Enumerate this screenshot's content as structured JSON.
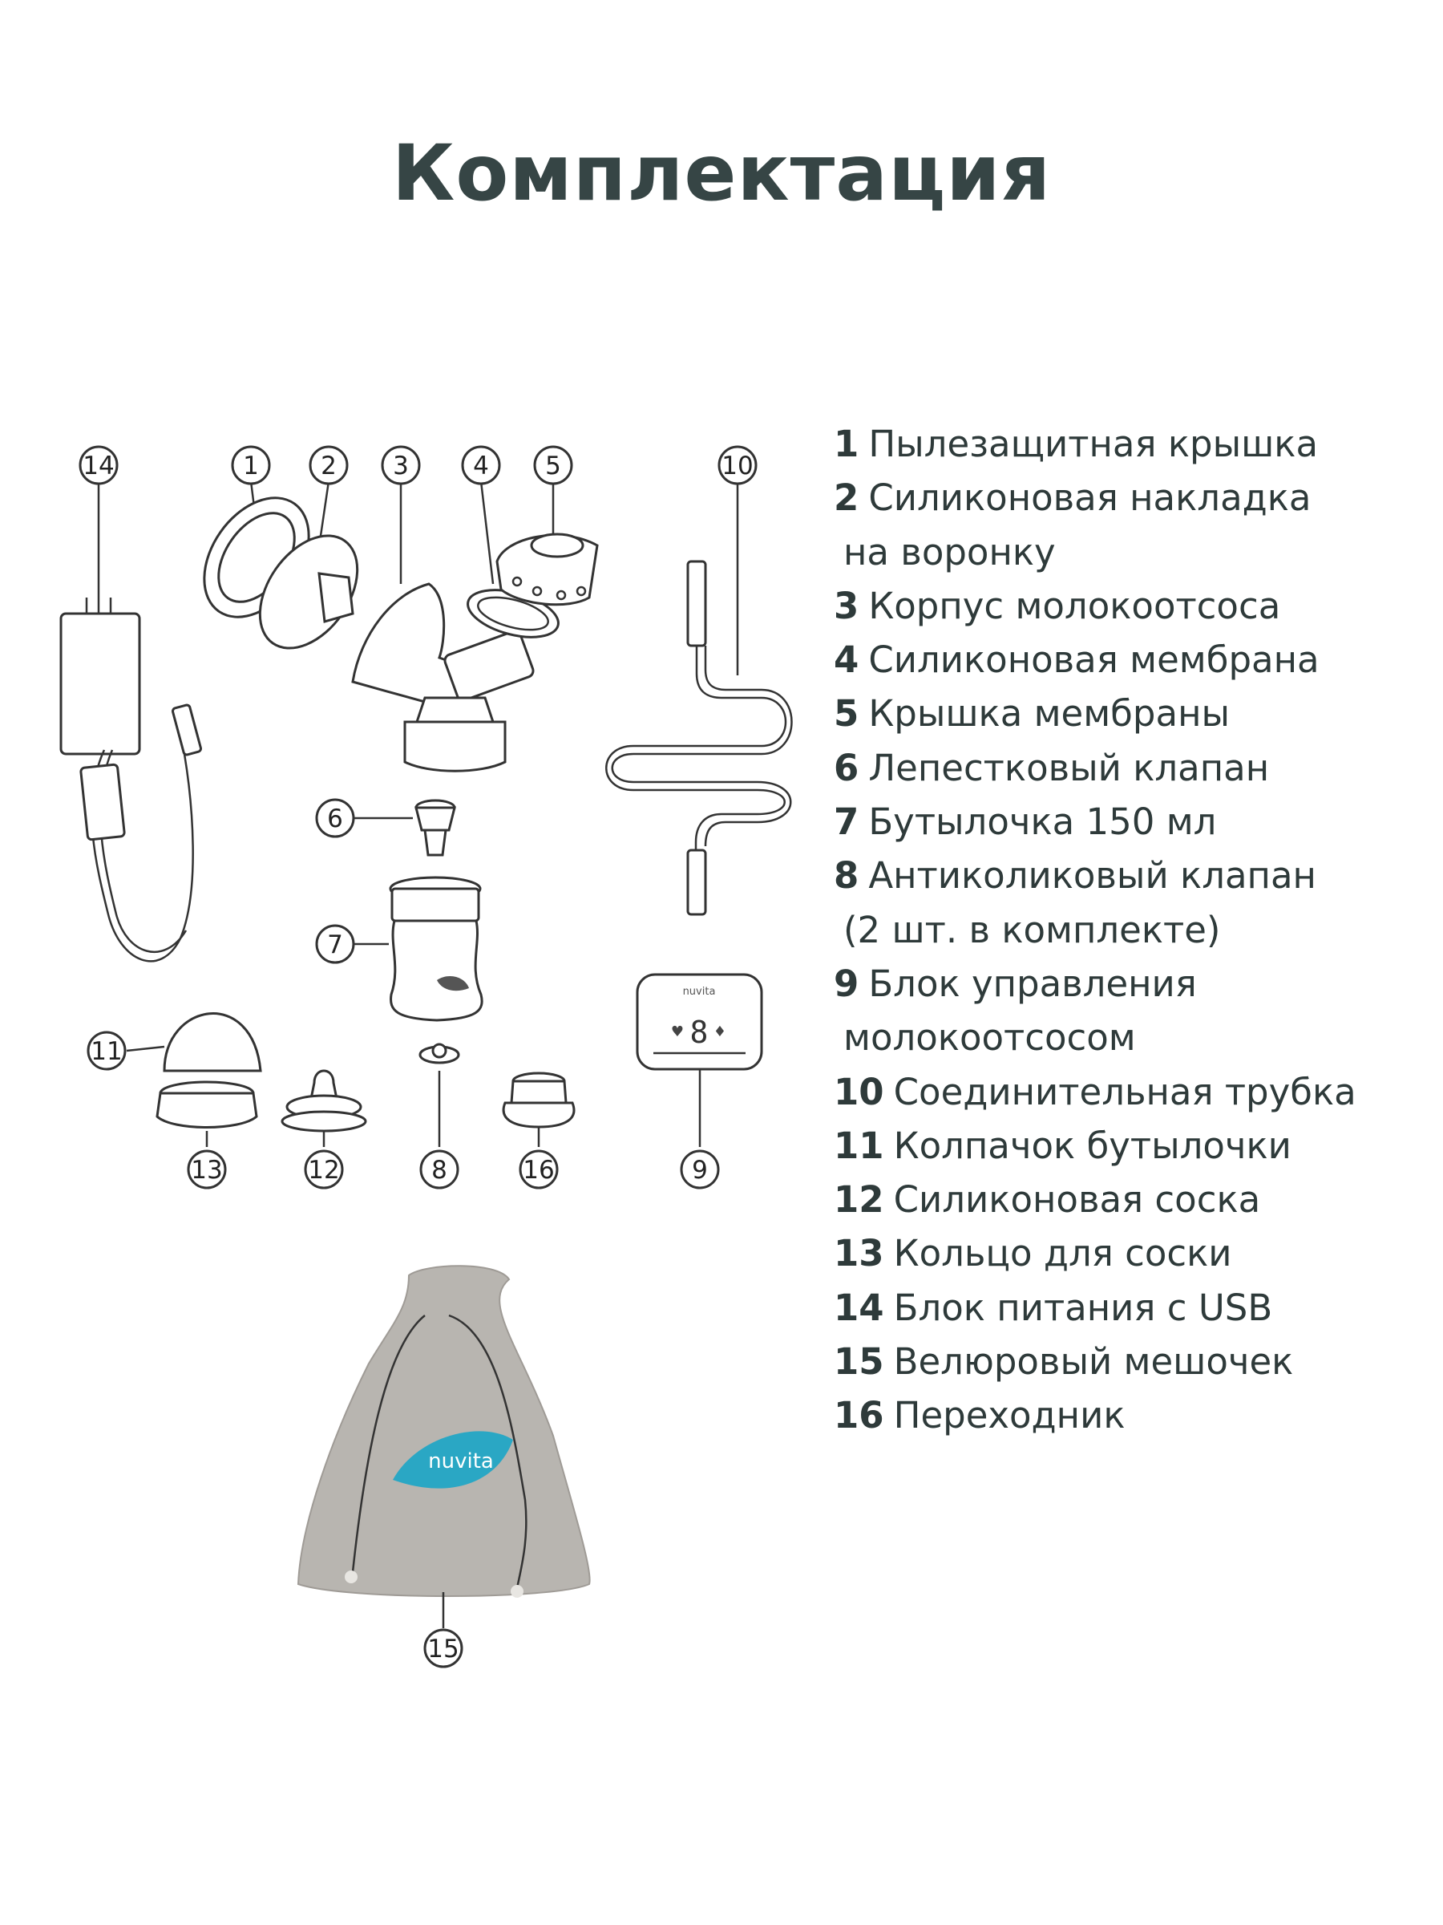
{
  "title": "Комплектация",
  "brand": "nuvita",
  "colors": {
    "title": "#364545",
    "text": "#2e3a3a",
    "brand_blue": "#2aa7c4",
    "bag": "#b8b5b0"
  },
  "control_panel": {
    "display": "8"
  },
  "callouts": [
    "1",
    "2",
    "3",
    "4",
    "5",
    "6",
    "7",
    "8",
    "9",
    "10",
    "11",
    "12",
    "13",
    "14",
    "15",
    "16"
  ],
  "legend": [
    {
      "num": "1",
      "text": "Пылезащитная крышка"
    },
    {
      "num": "2",
      "text": "Силиконовая накладка"
    },
    {
      "num": "",
      "text": "на воронку"
    },
    {
      "num": "3",
      "text": "Корпус молокоотсоса"
    },
    {
      "num": "4",
      "text": "Силиконовая мембрана"
    },
    {
      "num": "5",
      "text": "Крышка мембраны"
    },
    {
      "num": "6",
      "text": "Лепестковый клапан"
    },
    {
      "num": "7",
      "text": "Бутылочка 150 мл"
    },
    {
      "num": "8",
      "text": "Антиколиковый клапан"
    },
    {
      "num": "",
      "text": "(2 шт. в комплекте)"
    },
    {
      "num": "9",
      "text": "Блок управления"
    },
    {
      "num": "",
      "text": "молокоотсосом"
    },
    {
      "num": "10",
      "text": "Соединительная трубка"
    },
    {
      "num": "11",
      "text": "Колпачок бутылочки"
    },
    {
      "num": "12",
      "text": "Силиконовая соска"
    },
    {
      "num": "13",
      "text": "Кольцо для соски"
    },
    {
      "num": "14",
      "text": "Блок питания с USB"
    },
    {
      "num": "15",
      "text": "Велюровый мешочек"
    },
    {
      "num": "16",
      "text": "Переходник"
    }
  ]
}
